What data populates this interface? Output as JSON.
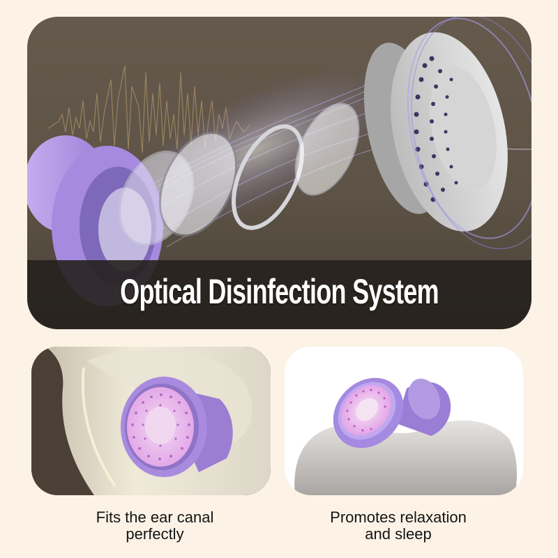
{
  "hero": {
    "title": "Optical Disinfection System",
    "image": "exploded view of purple earplug with translucent filter layers, sound waves and grey perforated cap"
  },
  "features": [
    {
      "image": "purple earplug with perforated pink-glowing cap inserted in ear",
      "line1": "Fits the ear canal",
      "line2": "perfectly"
    },
    {
      "image": "purple earplug resting on white towel",
      "line1": "Promotes relaxation",
      "line2": "and sleep"
    }
  ],
  "colors": {
    "background": "#fcf3e6",
    "hero_bg": "#5f5548",
    "caption_band": "#26211d",
    "earplug_purple": "#a98bd8",
    "caption_text": "#141414"
  }
}
